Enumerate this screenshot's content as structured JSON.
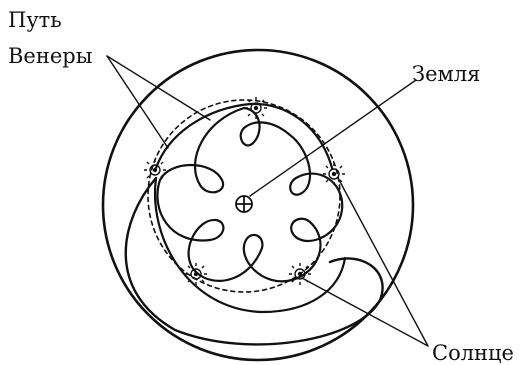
{
  "labels": {
    "venus_path_line1": "Путь",
    "venus_path_line2": "Венеры",
    "earth": "Земля",
    "sun": "Солнце"
  },
  "colors": {
    "ink": "#111111",
    "background": "#ffffff"
  },
  "icons": {
    "earth_symbol": "circled-plus-icon",
    "sun_symbol": "sun-icon"
  }
}
